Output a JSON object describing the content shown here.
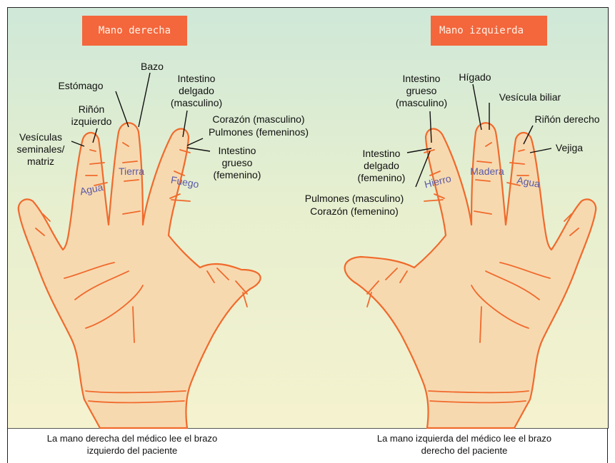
{
  "titles": {
    "right_hand": "Mano derecha",
    "left_hand": "Mano izquierda"
  },
  "right_hand_labels": {
    "bazo": "Bazo",
    "estomago": "Estómago",
    "rinon_izq_1": "Riñón",
    "rinon_izq_2": "izquierdo",
    "vesiculas_1": "Vesículas",
    "vesiculas_2": "seminales/",
    "vesiculas_3": "matriz",
    "int_delgado_1": "Intestino",
    "int_delgado_2": "delgado",
    "int_delgado_3": "(masculino)",
    "corazon_masc": "Corazón (masculino)",
    "pulmones_fem": "Pulmones (femeninos)",
    "int_grueso_1": "Intestino",
    "int_grueso_2": "grueso",
    "int_grueso_3": "(femenino)"
  },
  "right_hand_elements": {
    "agua": "Agua",
    "tierra": "Tierra",
    "fuego": "Fuego"
  },
  "left_hand_labels": {
    "int_grueso_1": "Intestino",
    "int_grueso_2": "grueso",
    "int_grueso_3": "(masculino)",
    "higado": "Hígado",
    "vesicula": "Vesícula biliar",
    "rinon_der": "Riñón derecho",
    "vejiga": "Vejiga",
    "int_delgado_1": "Intestino",
    "int_delgado_2": "delgado",
    "int_delgado_3": "(femenino)",
    "pulmones_masc": "Pulmones (masculino)",
    "corazon_fem": "Corazón (femenino)"
  },
  "left_hand_elements": {
    "hierro": "Hierro",
    "madera": "Madera",
    "agua": "Agua"
  },
  "captions": {
    "right_1": "La mano derecha del médico lee el brazo",
    "right_2": "izquierdo del paciente",
    "left_1": "La mano izquierda del médico lee el brazo",
    "left_2": "derecho del paciente"
  }
}
